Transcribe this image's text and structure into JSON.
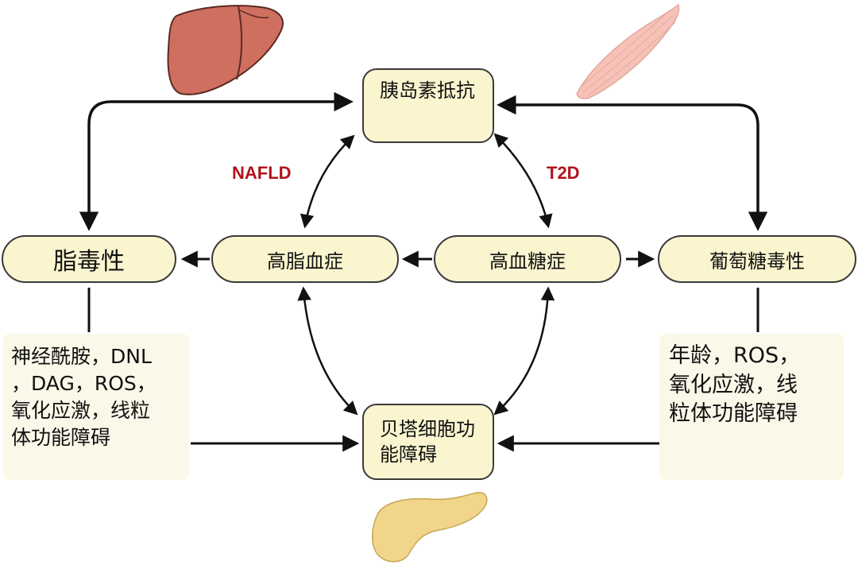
{
  "nodes": {
    "insulin_resistance": "胰岛素抵抗",
    "lipotoxicity": "脂毒性",
    "hyperlipidemia": "高脂血症",
    "hyperglycemia": "高血糖症",
    "glucotoxicity": "葡萄糖毒性",
    "beta_cell_dysfunction": "贝塔细胞功能障碍"
  },
  "labels": {
    "left_loop": "NAFLD",
    "right_loop": "T2D"
  },
  "notes": {
    "left": "神经酰胺，DNL\n，DAG，ROS，\n氧化应激，线粒\n体功能障碍",
    "right": "年龄，ROS，\n氧化应激，线\n粒体功能障碍"
  },
  "organs": [
    "liver-icon",
    "muscle-icon",
    "pancreas-icon"
  ],
  "colors": {
    "node_fill": "#faf5cf",
    "note_fill": "#fbf8e9",
    "label_red": "#b0141c",
    "liver": "#cf6f60",
    "muscle": "#f6c2b8",
    "pancreas": "#f0d58a"
  }
}
